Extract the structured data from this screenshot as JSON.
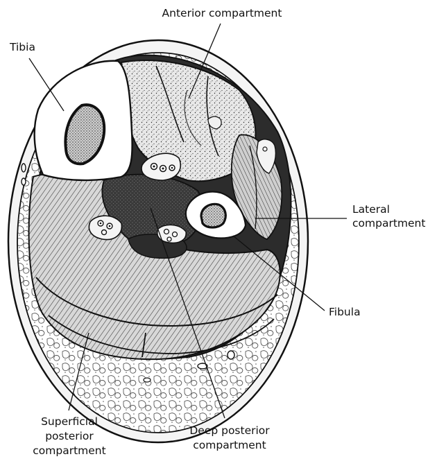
{
  "labels": {
    "anterior": "Anterior compartment",
    "tibia": "Tibia",
    "lateral_line1": "Lateral",
    "lateral_line2": "compartment",
    "fibula": "Fibula",
    "superficial_line1": "Superficial",
    "superficial_line2": "posterior",
    "superficial_line3": "compartment",
    "deep_line1": "Deep posterior",
    "deep_line2": "compartment"
  },
  "colors": {
    "ink": "#111111",
    "skin": "#f3f3f3",
    "fat": "#ffffff",
    "muscle_light": "#e4e4e4",
    "muscle_mid": "#cfcfcf",
    "muscle_dark": "#2c2c2c",
    "bone": "#ffffff",
    "marrow": "#bcbcbc"
  }
}
